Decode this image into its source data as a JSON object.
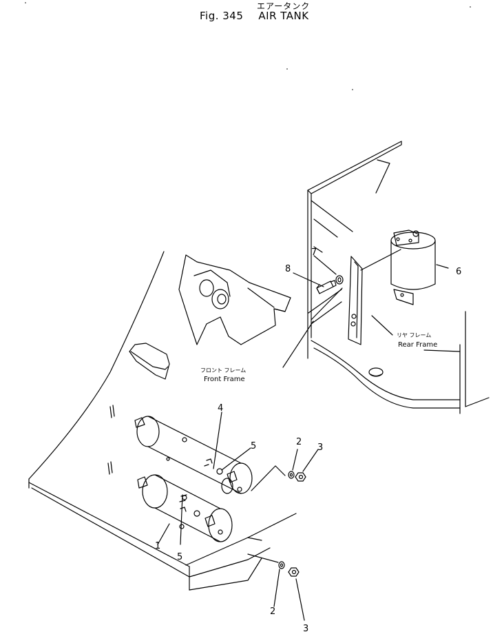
{
  "title": {
    "japanese": "エアータンク",
    "fig_label": "Fig. 345",
    "english": "AIR TANK"
  },
  "frames": {
    "front": {
      "jp": "フロント フレーム",
      "en": "Front Frame"
    },
    "rear": {
      "jp": "リヤ フレーム",
      "en": "Rear Frame"
    }
  },
  "callouts": {
    "c1": "1",
    "c2a": "2",
    "c2b": "2",
    "c3a": "3",
    "c3b": "3",
    "c4": "4",
    "c5a": "5",
    "c5b": "5",
    "c6": "6",
    "c7": "7",
    "c8": "8"
  }
}
